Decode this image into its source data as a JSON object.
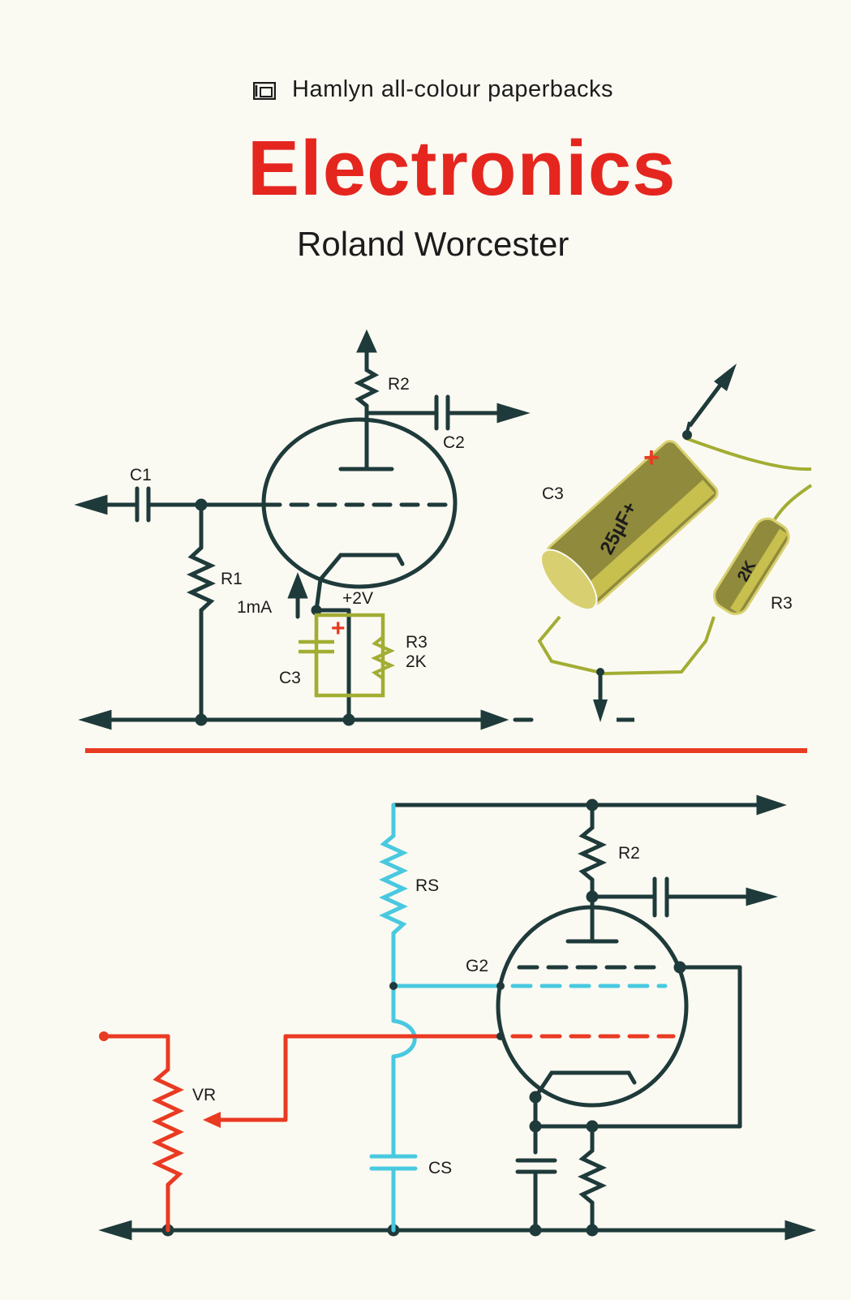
{
  "cover": {
    "series": "Hamlyn all-colour paperbacks",
    "title": "Electronics",
    "author": "Roland Worcester"
  },
  "top_circuit": {
    "labels": {
      "r2": "R2",
      "c2": "C2",
      "c1": "C1",
      "r1": "R1",
      "current": "1mA",
      "voltage": "+2V",
      "plus": "+",
      "r3": "R3",
      "r3_value": "2K",
      "c3": "C3"
    },
    "photo_labels": {
      "c3": "C3",
      "capacitor_marking": "25µF+",
      "resistor_marking": "2K",
      "r3": "R3"
    }
  },
  "bottom_circuit": {
    "labels": {
      "r2": "R2",
      "rs": "RS",
      "g2": "G2",
      "vr": "VR",
      "cs": "CS"
    }
  },
  "colors": {
    "title": "#e4261f",
    "wire": "#1f3a3a",
    "green": "#a2ad33",
    "cyan": "#49c9e0",
    "red": "#e93a22",
    "component_body": "#8f8a3c"
  }
}
